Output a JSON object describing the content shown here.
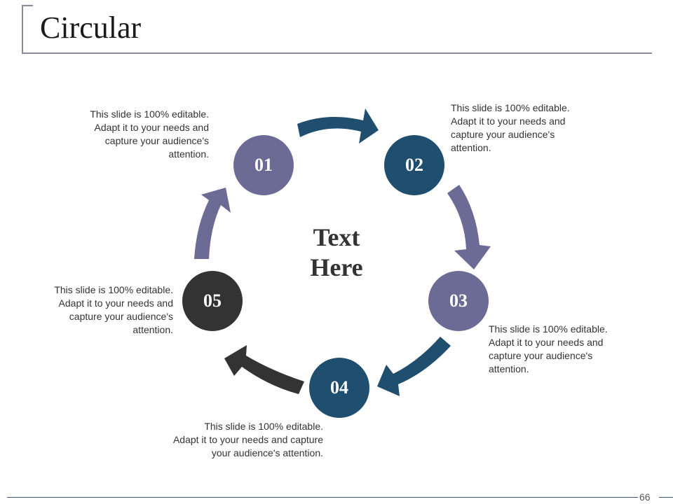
{
  "slide": {
    "title": "Circular",
    "center_text_line1": "Text",
    "center_text_line2": "Here",
    "page_number": "66"
  },
  "steps": [
    {
      "number": "01",
      "color": "#6b6b96",
      "description": "This slide is 100% editable.\nAdapt it to your needs and\ncapture your audience's\nattention."
    },
    {
      "number": "02",
      "color": "#1f4e6e",
      "description": "This slide is 100% editable.\nAdapt it to your needs and\ncapture your audience's\nattention."
    },
    {
      "number": "03",
      "color": "#6b6b96",
      "description": "This slide is 100% editable.\nAdapt it to your needs and\ncapture your audience's\nattention."
    },
    {
      "number": "04",
      "color": "#1f4e6e",
      "description": "This slide is 100% editable.\nAdapt it to your needs and capture\nyour audience's attention."
    },
    {
      "number": "05",
      "color": "#333333",
      "description": "This slide is 100% editable.\nAdapt it to your needs and\ncapture your audience's\nattention."
    }
  ],
  "arrows": [
    {
      "from": "01",
      "to": "02",
      "color": "#1f4e6e"
    },
    {
      "from": "02",
      "to": "03",
      "color": "#6b6b96"
    },
    {
      "from": "03",
      "to": "04",
      "color": "#1f4e6e"
    },
    {
      "from": "04",
      "to": "05",
      "color": "#333333"
    },
    {
      "from": "05",
      "to": "01",
      "color": "#6b6b96"
    }
  ]
}
